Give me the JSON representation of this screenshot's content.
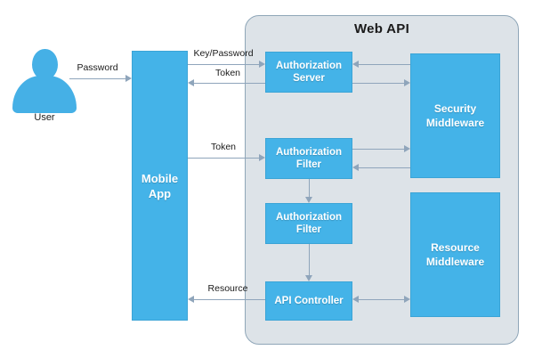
{
  "diagram": {
    "container": {
      "title": "Web API"
    },
    "actor": {
      "label": "User",
      "icon": "user-avatar-icon"
    },
    "nodes": [
      {
        "id": "mobile-app",
        "label": "Mobile\nApp"
      },
      {
        "id": "authorization-server",
        "label": "Authorization\nServer"
      },
      {
        "id": "authorization-filter-1",
        "label": "Authorization\nFilter"
      },
      {
        "id": "authorization-filter-2",
        "label": "Authorization\nFilter"
      },
      {
        "id": "api-controller",
        "label": "API Controller"
      },
      {
        "id": "security-middleware",
        "label": "Security\nMiddleware"
      },
      {
        "id": "resource-middleware",
        "label": "Resource\nMiddleware"
      }
    ],
    "node_labels": {
      "mobile_app_line1": "Mobile",
      "mobile_app_line2": "App",
      "authorization_server_line1": "Authorization",
      "authorization_server_line2": "Server",
      "authorization_filter1_line1": "Authorization",
      "authorization_filter1_line2": "Filter",
      "authorization_filter2_line1": "Authorization",
      "authorization_filter2_line2": "Filter",
      "api_controller": "API Controller",
      "security_middleware_line1": "Security",
      "security_middleware_line2": "Middleware",
      "resource_middleware_line1": "Resource",
      "resource_middleware_line2": "Middleware"
    },
    "edges": [
      {
        "id": "user-to-mobile",
        "label": "Password",
        "direction": "right"
      },
      {
        "id": "mobile-to-authserver",
        "label": "Key/Password",
        "direction": "right"
      },
      {
        "id": "authserver-to-mobile",
        "label": "Token",
        "direction": "left"
      },
      {
        "id": "mobile-to-authfilter",
        "label": "Token",
        "direction": "right"
      },
      {
        "id": "apicontroller-to-mobile",
        "label": "Resource",
        "direction": "left"
      },
      {
        "id": "secmw-to-authserver",
        "label": "",
        "direction": "left"
      },
      {
        "id": "authserver-to-secmw",
        "label": "",
        "direction": "right"
      },
      {
        "id": "authfilter1-to-secmw",
        "label": "",
        "direction": "right"
      },
      {
        "id": "secmw-to-authfilter1",
        "label": "",
        "direction": "left"
      },
      {
        "id": "authfilter1-to-authfilter2",
        "label": "",
        "direction": "down"
      },
      {
        "id": "authfilter2-to-apicontroller",
        "label": "",
        "direction": "down"
      },
      {
        "id": "apicontroller-to-resmw",
        "label": "",
        "direction": "both"
      }
    ],
    "colors": {
      "node_fill": "#44b3e8",
      "panel_fill": "#dde3e8",
      "panel_border": "#8fa6b8",
      "connector": "#8fa5bb",
      "actor_fill": "#45b0e6",
      "text_dark": "#1a1a1a",
      "text_light": "#ffffff"
    }
  }
}
